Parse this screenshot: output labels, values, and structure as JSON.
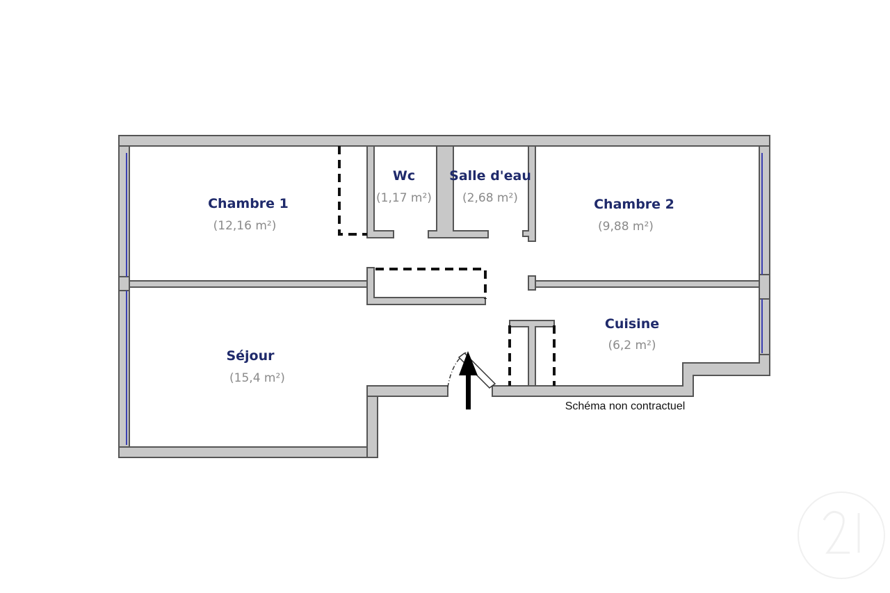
{
  "rooms": [
    {
      "id": "chambre-1",
      "name": "Chambre 1",
      "area": "(12,16 m²)"
    },
    {
      "id": "wc",
      "name": "Wc",
      "area": "(1,17 m²)"
    },
    {
      "id": "salle-deau",
      "name": "Salle d'eau",
      "area": "(2,68 m²)"
    },
    {
      "id": "chambre-2",
      "name": "Chambre 2",
      "area": "(9,88 m²)"
    },
    {
      "id": "cuisine",
      "name": "Cuisine",
      "area": "(6,2 m²)"
    },
    {
      "id": "sejour",
      "name": "Séjour",
      "area": "(15,4 m²)"
    }
  ],
  "note": "Schéma non contractuel",
  "colors": {
    "wall_fill": "#c8c8c8",
    "wall_stroke": "#555555",
    "room_name": "#1f2a6b",
    "room_area": "#8a8a8a",
    "window": "#3b3fb0"
  },
  "icons": [
    "entrance-arrow-icon",
    "door-swing-icon",
    "watermark-logo-icon"
  ]
}
